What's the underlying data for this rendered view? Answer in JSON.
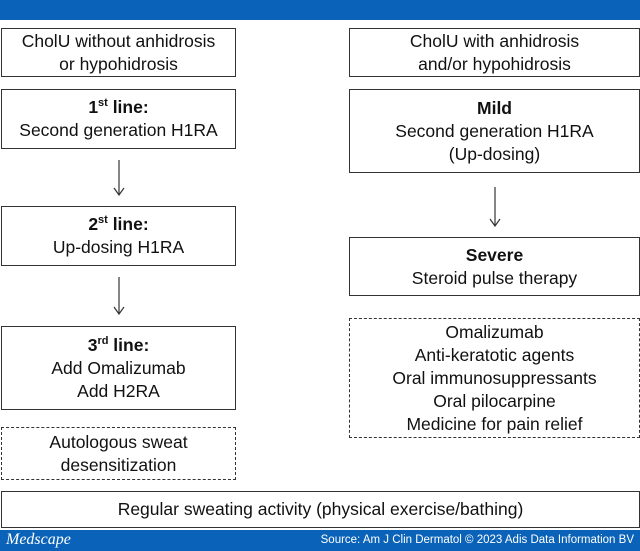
{
  "left_column": {
    "header": [
      "CholU without anhidrosis",
      "or hypohidrosis"
    ],
    "first_line": {
      "ordinal": "1",
      "suffix": "st",
      "title_rest": " line:",
      "text": "Second generation H1RA"
    },
    "second_line": {
      "ordinal": "2",
      "suffix": "st",
      "title_rest": " line:",
      "text": "Up-dosing H1RA"
    },
    "third_line": {
      "ordinal": "3",
      "suffix": "rd",
      "title_rest": " line:",
      "text": [
        "Add Omalizumab",
        "Add H2RA"
      ]
    },
    "autologous": [
      "Autologous sweat",
      "desensitization"
    ]
  },
  "right_column": {
    "header": [
      "CholU with anhidrosis",
      "and/or hypohidrosis"
    ],
    "mild": {
      "title": "Mild",
      "text": [
        "Second generation H1RA",
        "(Up-dosing)"
      ]
    },
    "severe": {
      "title": "Severe",
      "text": "Steroid pulse therapy"
    },
    "other_options": [
      "Omalizumab",
      "Anti-keratotic agents",
      "Oral immunosuppressants",
      "Oral pilocarpine",
      "Medicine for pain relief"
    ]
  },
  "bottom_box": "Regular sweating activity (physical exercise/bathing)",
  "footer": {
    "logo": "Medscape",
    "source": "Source: Am J Clin Dermatol © 2023 Adis Data Information BV"
  },
  "colors": {
    "brand_bar": "#0a63b8",
    "box_border": "#333333"
  }
}
